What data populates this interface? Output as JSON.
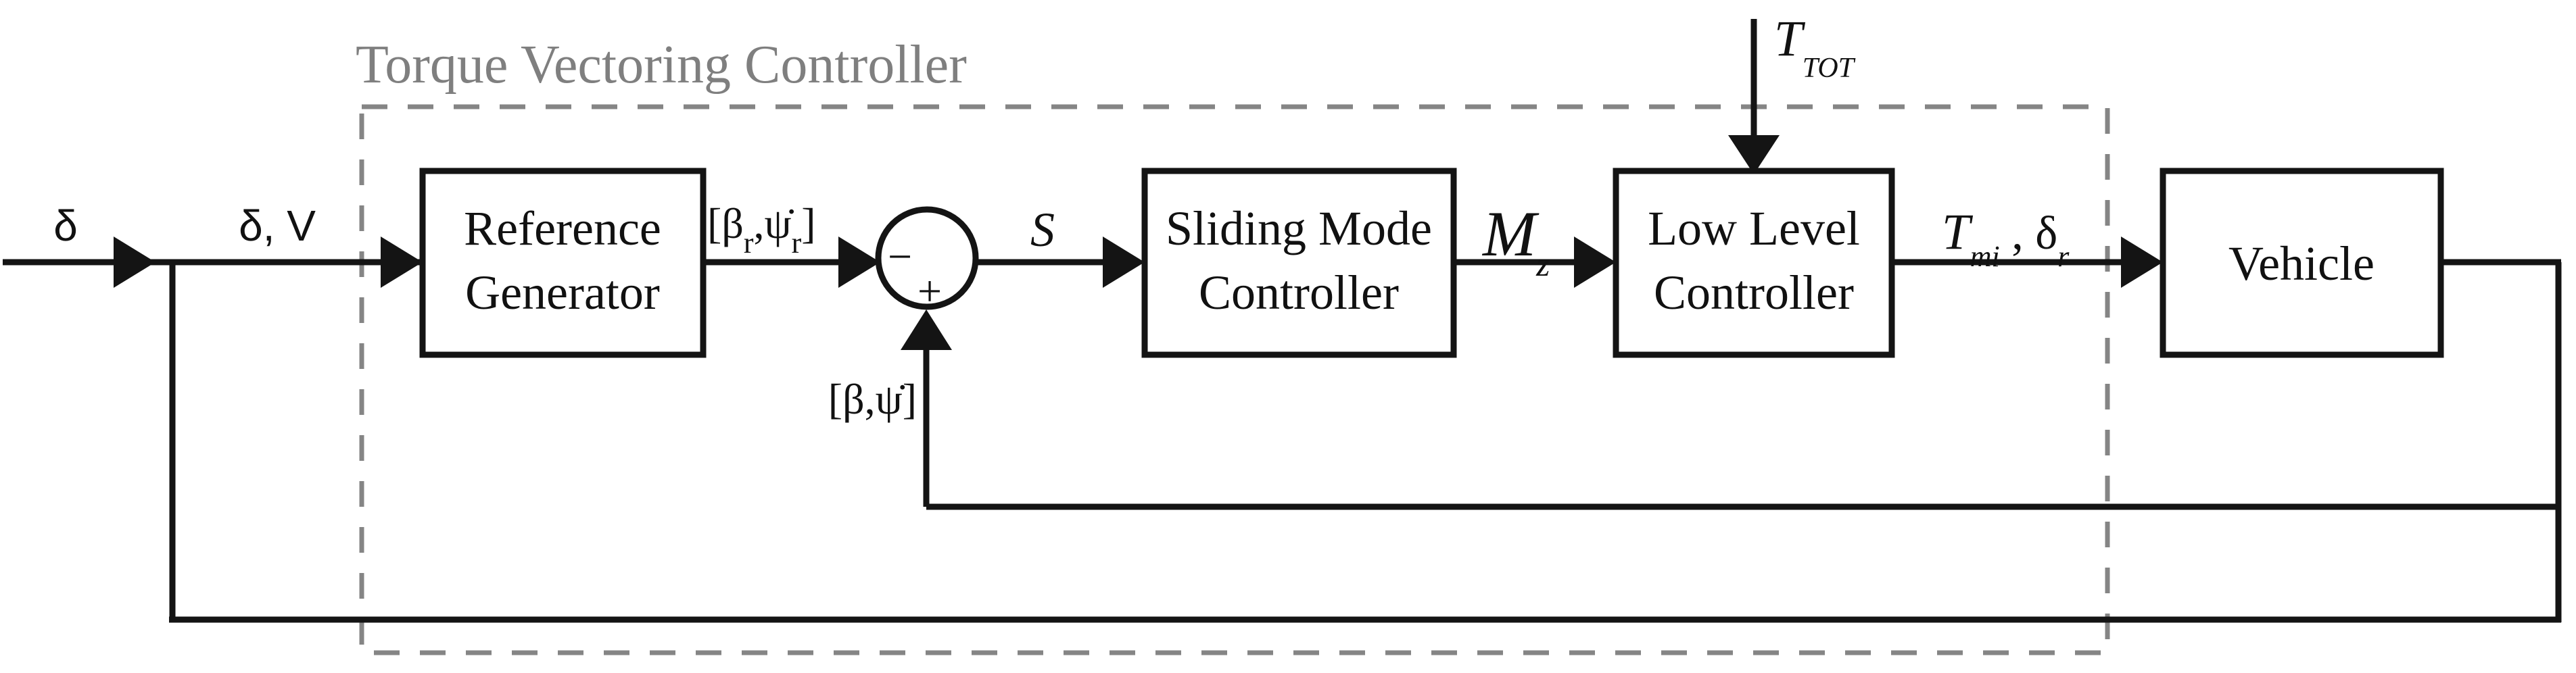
{
  "title": "Torque Vectoring Controller",
  "blocks": {
    "reference_generator": {
      "line1": "Reference",
      "line2": "Generator"
    },
    "sliding_mode_controller": {
      "line1": "Sliding Mode",
      "line2": "Controller"
    },
    "low_level_controller": {
      "line1": "Low Level",
      "line2": "Controller"
    },
    "vehicle": {
      "label": "Vehicle"
    }
  },
  "summing_junction": {
    "minus_sign": "−",
    "plus_sign": "+"
  },
  "signals": {
    "steering_input": "δ",
    "steering_and_speed": "δ, V",
    "reference_states": {
      "open_bracket": "[",
      "beta": "β",
      "beta_sub": "r",
      "comma": ",",
      "psi_dot": "ψ̇",
      "psi_sub": "r",
      "close_bracket": "]"
    },
    "sliding_surface": "S",
    "yaw_moment": {
      "base": "M",
      "sub": "z"
    },
    "total_torque": {
      "base": "T",
      "sub": "TOT"
    },
    "actuator_outputs": {
      "torque_base": "T",
      "torque_sub": "mi",
      "separator": " , ",
      "delta": "δ",
      "delta_sub": "r"
    },
    "measured_states": {
      "open_bracket": "[",
      "beta": "β",
      "comma": ",",
      "psi_dot": "ψ̇",
      "close_bracket": "]"
    }
  },
  "colors": {
    "line": "#141414",
    "boundary_dash": "#858585",
    "title_gray": "#7f7f7f",
    "text": "#111111",
    "background": "#ffffff"
  }
}
